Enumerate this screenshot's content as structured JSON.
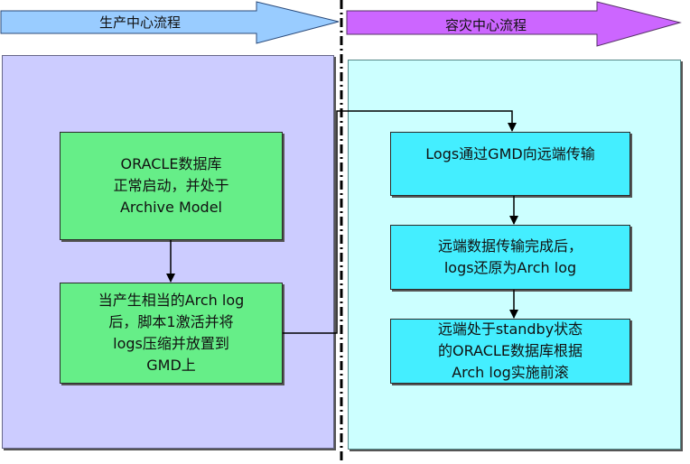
{
  "header": {
    "left_label": "生产中心流程",
    "right_label": "容灾中心流程"
  },
  "left_panel": {
    "box1": "ORACLE数据库\n正常启动，并处于\nArchive Model",
    "box2": "当产生相当的Arch log\n后，脚本1激活并将\nlogs压缩并放置到\nGMD上"
  },
  "right_panel": {
    "box1": "Logs通过GMD向远端传输",
    "box2": "远端数据传输完成后，\nlogs还原为Arch log",
    "box3": "远端处于standby状态\n的ORACLE数据库根据\nArch log实施前滚"
  },
  "colors": {
    "left_arrow": "#99ccff",
    "right_arrow": "#cc66ff",
    "left_panel": "#ccccff",
    "right_panel": "#ccffff",
    "green_box": "#66ee88",
    "cyan_box": "#44eeff"
  }
}
